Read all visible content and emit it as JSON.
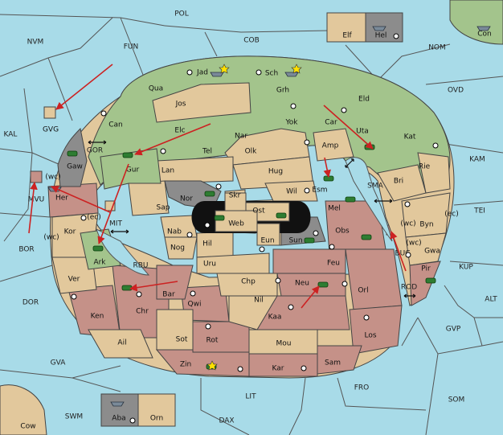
{
  "colors": {
    "sea": "#a8dbe8",
    "green": "#a3c48c",
    "tan": "#e2c89c",
    "red": "#c59188",
    "gray": "#8c8c8c",
    "black": "#111111",
    "arrow": "#cc2222"
  },
  "sea_labels": [
    {
      "id": "POL",
      "text": "POL"
    },
    {
      "id": "NVM",
      "text": "NVM"
    },
    {
      "id": "FUN",
      "text": "FUN"
    },
    {
      "id": "COB",
      "text": "COB"
    },
    {
      "id": "NOM",
      "text": "NOM"
    },
    {
      "id": "OVD",
      "text": "OVD"
    },
    {
      "id": "KAL",
      "text": "KAL"
    },
    {
      "id": "GOR",
      "text": "GOR"
    },
    {
      "id": "KAM",
      "text": "KAM"
    },
    {
      "id": "SMA",
      "text": "SMA"
    },
    {
      "id": "TEI",
      "text": "TEI"
    },
    {
      "id": "MIT",
      "text": "MIT"
    },
    {
      "id": "BOR",
      "text": "BOR"
    },
    {
      "id": "KUP",
      "text": "KUP"
    },
    {
      "id": "RBU",
      "text": "RBU"
    },
    {
      "id": "DOR",
      "text": "DOR"
    },
    {
      "id": "ALT",
      "text": "ALT"
    },
    {
      "id": "ROD",
      "text": "ROD"
    },
    {
      "id": "BUC",
      "text": "BUC"
    },
    {
      "id": "GVP",
      "text": "GVP"
    },
    {
      "id": "GVA",
      "text": "GVA"
    },
    {
      "id": "FRO",
      "text": "FRO"
    },
    {
      "id": "LIT",
      "text": "LIT"
    },
    {
      "id": "SOM",
      "text": "SOM"
    },
    {
      "id": "SWM",
      "text": "SWM"
    },
    {
      "id": "DAX",
      "text": "DAX"
    }
  ],
  "province_labels": [
    {
      "id": "Jad",
      "text": "Jad"
    },
    {
      "id": "Sch",
      "text": "Sch"
    },
    {
      "id": "Qua",
      "text": "Qua"
    },
    {
      "id": "Grh",
      "text": "Grh"
    },
    {
      "id": "Eld",
      "text": "Eld"
    },
    {
      "id": "Jos",
      "text": "Jos"
    },
    {
      "id": "Can",
      "text": "Can"
    },
    {
      "id": "Yok",
      "text": "Yok"
    },
    {
      "id": "Car",
      "text": "Car"
    },
    {
      "id": "Uta",
      "text": "Uta"
    },
    {
      "id": "Kat",
      "text": "Kat"
    },
    {
      "id": "Elc",
      "text": "Elc"
    },
    {
      "id": "Nar",
      "text": "Nar"
    },
    {
      "id": "Tel",
      "text": "Tel"
    },
    {
      "id": "Olk",
      "text": "Olk"
    },
    {
      "id": "Amp",
      "text": "Amp"
    },
    {
      "id": "Rie",
      "text": "Rie"
    },
    {
      "id": "Gur",
      "text": "Gur"
    },
    {
      "id": "Lan",
      "text": "Lan"
    },
    {
      "id": "Hug",
      "text": "Hug"
    },
    {
      "id": "Bri",
      "text": "Bri"
    },
    {
      "id": "Gaw",
      "text": "Gaw"
    },
    {
      "id": "Esm",
      "text": "Esm"
    },
    {
      "id": "Nor",
      "text": "Nor"
    },
    {
      "id": "Wil",
      "text": "Wil"
    },
    {
      "id": "Skr",
      "text": "Skr"
    },
    {
      "id": "Her",
      "text": "Her"
    },
    {
      "id": "Sap",
      "text": "Sap"
    },
    {
      "id": "Ost",
      "text": "Ost"
    },
    {
      "id": "Web",
      "text": "Web"
    },
    {
      "id": "Mel",
      "text": "Mel"
    },
    {
      "id": "Byn",
      "text": "Byn"
    },
    {
      "id": "Kor",
      "text": "Kor"
    },
    {
      "id": "Nab",
      "text": "Nab"
    },
    {
      "id": "Obs",
      "text": "Obs"
    },
    {
      "id": "Eun",
      "text": "Eun"
    },
    {
      "id": "Hil",
      "text": "Hil"
    },
    {
      "id": "Sun",
      "text": "Sun"
    },
    {
      "id": "Gwa",
      "text": "Gwa"
    },
    {
      "id": "Nog",
      "text": "Nog"
    },
    {
      "id": "Ark",
      "text": "Ark"
    },
    {
      "id": "Uru",
      "text": "Uru"
    },
    {
      "id": "Feu",
      "text": "Feu"
    },
    {
      "id": "Pir",
      "text": "Pir"
    },
    {
      "id": "Ver",
      "text": "Ver"
    },
    {
      "id": "Chp",
      "text": "Chp"
    },
    {
      "id": "Neu",
      "text": "Neu"
    },
    {
      "id": "Bar",
      "text": "Bar"
    },
    {
      "id": "Orl",
      "text": "Orl"
    },
    {
      "id": "Qwi",
      "text": "Qwi"
    },
    {
      "id": "Nil",
      "text": "Nil"
    },
    {
      "id": "Ken",
      "text": "Ken"
    },
    {
      "id": "Chr",
      "text": "Chr"
    },
    {
      "id": "Kaa",
      "text": "Kaa"
    },
    {
      "id": "Ail",
      "text": "Ail"
    },
    {
      "id": "Sot",
      "text": "Sot"
    },
    {
      "id": "Rot",
      "text": "Rot"
    },
    {
      "id": "Los",
      "text": "Los"
    },
    {
      "id": "Mou",
      "text": "Mou"
    },
    {
      "id": "Sam",
      "text": "Sam"
    },
    {
      "id": "Zin",
      "text": "Zin"
    },
    {
      "id": "Kar",
      "text": "Kar"
    },
    {
      "id": "GVG",
      "text": "GVG"
    },
    {
      "id": "MVU",
      "text": "MVU"
    },
    {
      "id": "Elf",
      "text": "Elf"
    },
    {
      "id": "Hel",
      "text": "Hel"
    },
    {
      "id": "Con",
      "text": "Con"
    },
    {
      "id": "Aba",
      "text": "Aba"
    },
    {
      "id": "Orn",
      "text": "Orn"
    },
    {
      "id": "Cow",
      "text": "Cow"
    }
  ],
  "coast_labels": [
    {
      "id": "wc1",
      "text": "(wc)"
    },
    {
      "id": "ec1",
      "text": "(ec)"
    },
    {
      "id": "wc2",
      "text": "(wc)"
    },
    {
      "id": "wc3",
      "text": "(wc)"
    },
    {
      "id": "ec2",
      "text": "(ec)"
    },
    {
      "id": "wc4",
      "text": "(wc)"
    }
  ]
}
